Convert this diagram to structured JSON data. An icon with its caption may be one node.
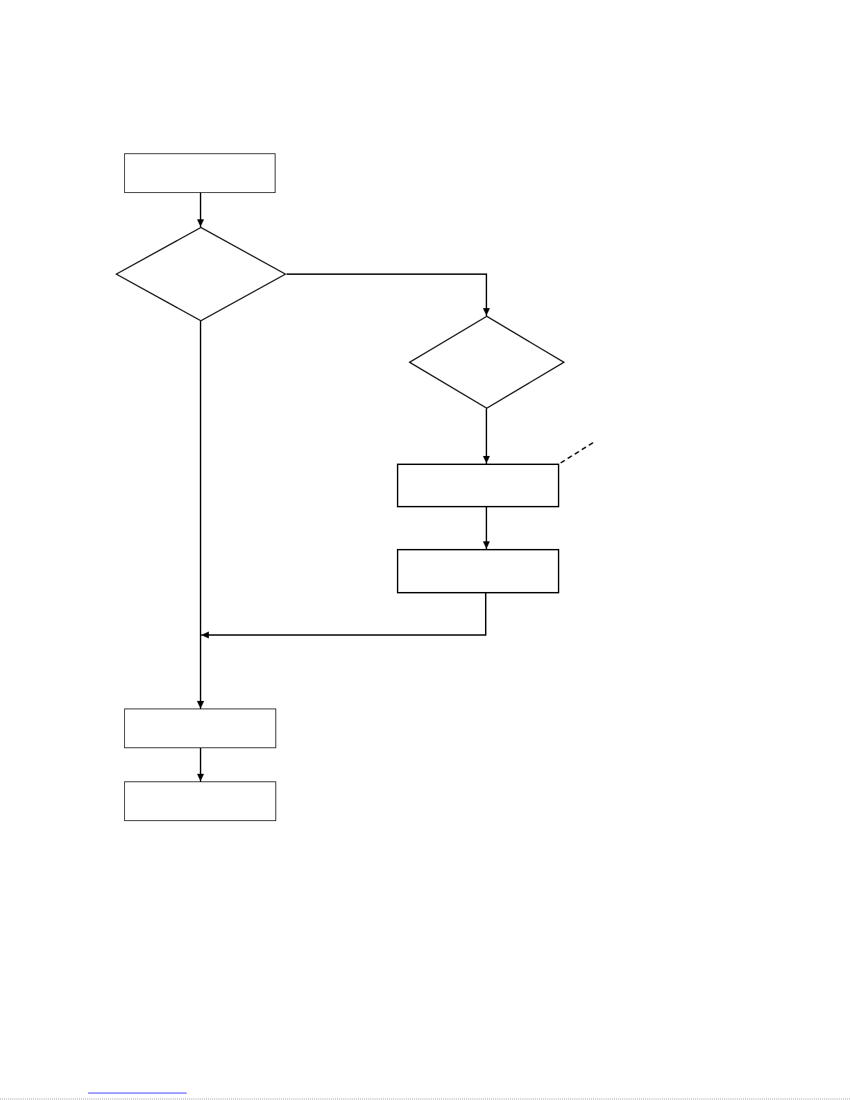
{
  "diagram": {
    "nodes": [
      {
        "text": [],
        "shape": "box"
      },
      {
        "text": [],
        "shape": "diamond"
      },
      {
        "text": [],
        "shape": "diamond"
      },
      {
        "text": [],
        "shape": "box"
      },
      {
        "text": [],
        "shape": "box"
      },
      {
        "text": [],
        "shape": "box"
      },
      {
        "text": [],
        "shape": "box"
      }
    ],
    "edges": [
      {
        "from": 0,
        "to": 1,
        "arrow": "to"
      },
      {
        "from": 1,
        "to": 2,
        "arrow": "to"
      },
      {
        "from": 2,
        "to": 3,
        "arrow": "to"
      },
      {
        "from": 3,
        "to": 4,
        "arrow": "to"
      },
      {
        "from": 4,
        "to": 5,
        "arrow": "to"
      },
      {
        "from": 1,
        "to": 5,
        "arrow": "to"
      },
      {
        "from": 5,
        "to": 6,
        "arrow": "to"
      },
      {
        "from": 3,
        "to": null,
        "arrow": "none",
        "style": "dashed"
      }
    ]
  }
}
